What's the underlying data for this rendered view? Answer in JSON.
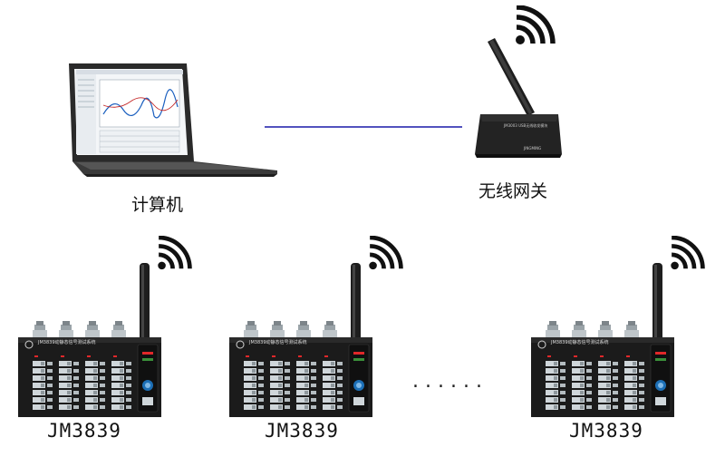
{
  "computer": {
    "label": "计算机"
  },
  "gateway": {
    "label": "无线网关",
    "device_text": "JM3003 USB无线收发模块",
    "brand_text": "JINGMING"
  },
  "devices": [
    {
      "label": "JM3839",
      "panel_title": "JM3839动静态信号测试系统"
    },
    {
      "label": "JM3839",
      "panel_title": "JM3839动静态信号测试系统"
    },
    {
      "label": "JM3839",
      "panel_title": "JM3839动静态信号测试系统"
    }
  ],
  "ellipsis": "......",
  "colors": {
    "link_line": "#1a1aa8",
    "device_body": "#1b1b1b",
    "terminal": "#cfd6da",
    "led": "#e0282a"
  },
  "icons": {
    "wifi": "wifi-signal-icon"
  }
}
